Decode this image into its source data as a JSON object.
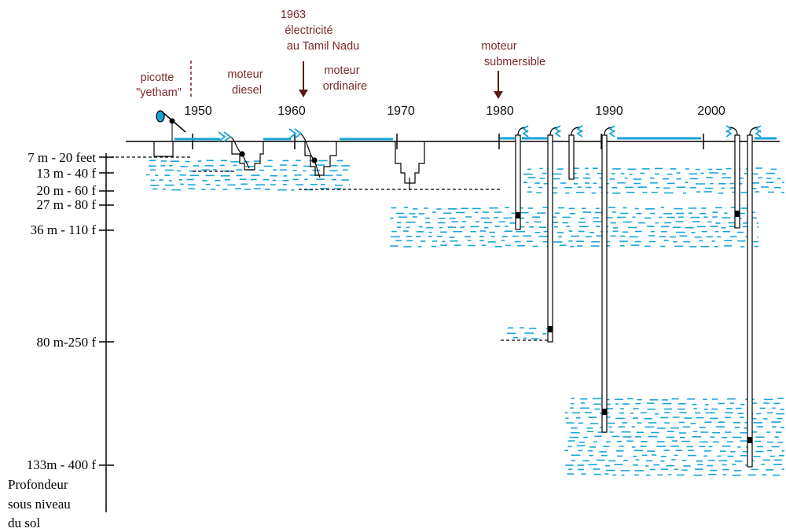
{
  "depth_labels": [
    "7 m - 20 feet",
    "13 m - 40 f",
    "20 m - 60 f",
    "27 m - 80 f",
    "36 m - 110 f",
    "80 m-250 f",
    "133m - 400 f"
  ],
  "axis_label_lines": [
    "Profondeur",
    "sous niveau",
    "du sol"
  ],
  "years": [
    "1950",
    "1960",
    "1970",
    "1980",
    "1990",
    "2000"
  ],
  "annotations": {
    "picotte": [
      "picotte",
      "\"yetham\""
    ],
    "diesel": [
      "moteur",
      "diesel"
    ],
    "electricity": [
      "1963",
      "électricité",
      "au Tamil Nadu"
    ],
    "ordinary": [
      "moteur",
      "ordinaire"
    ],
    "submersible": [
      "moteur",
      "submersible"
    ]
  },
  "colors": {
    "water": "#1aa3d9",
    "annotation": "#7a2a2a",
    "line": "#000000"
  }
}
